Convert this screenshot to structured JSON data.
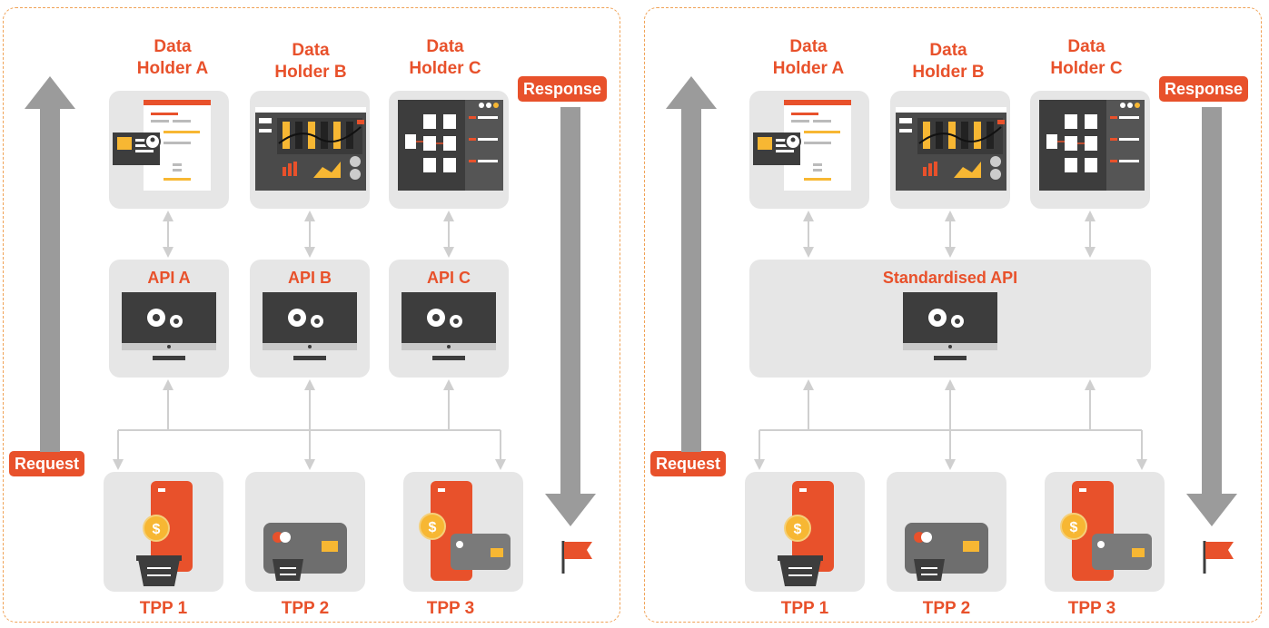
{
  "colors": {
    "accent": "#e8512b",
    "card": "#e6e6e6",
    "arrow": "#9b9b9b",
    "connector": "#cfcfcf",
    "yellow": "#f7b733",
    "dark": "#3d3d3d"
  },
  "left": {
    "holders": [
      {
        "line1": "Data",
        "line2": "Holder A",
        "icon": "document-app-icon"
      },
      {
        "line1": "Data",
        "line2": "Holder B",
        "icon": "dashboard-app-icon"
      },
      {
        "line1": "Data",
        "line2": "Holder C",
        "icon": "flowchart-app-icon"
      }
    ],
    "apis": [
      "API A",
      "API B",
      "API C"
    ],
    "tpps": [
      "TPP 1",
      "TPP 2",
      "TPP 3"
    ],
    "request": "Request",
    "response": "Response"
  },
  "right": {
    "holders": [
      {
        "line1": "Data",
        "line2": "Holder A",
        "icon": "document-app-icon"
      },
      {
        "line1": "Data",
        "line2": "Holder B",
        "icon": "dashboard-app-icon"
      },
      {
        "line1": "Data",
        "line2": "Holder C",
        "icon": "flowchart-app-icon"
      }
    ],
    "api": "Standardised API",
    "tpps": [
      "TPP 1",
      "TPP 2",
      "TPP 3"
    ],
    "request": "Request",
    "response": "Response"
  }
}
